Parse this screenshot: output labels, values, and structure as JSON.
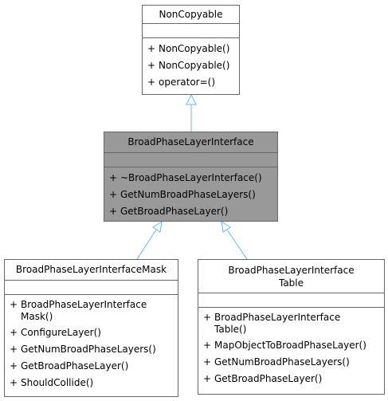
{
  "diagram": {
    "classes": {
      "noncopyable": {
        "name": "NonCopyable",
        "operations": [
          {
            "visibility": "+",
            "name": "NonCopyable()"
          },
          {
            "visibility": "+",
            "name": "NonCopyable()"
          },
          {
            "visibility": "+",
            "name": "operator=()"
          }
        ]
      },
      "interface": {
        "name": "BroadPhaseLayerInterface",
        "operations": [
          {
            "visibility": "+",
            "name": "~BroadPhaseLayerInterface()"
          },
          {
            "visibility": "+",
            "name": "GetNumBroadPhaseLayers()"
          },
          {
            "visibility": "+",
            "name": "GetBroadPhaseLayer()"
          }
        ]
      },
      "mask": {
        "name": "BroadPhaseLayerInterfaceMask",
        "operations": [
          {
            "visibility": "+",
            "name": "BroadPhaseLayerInterface\nMask()"
          },
          {
            "visibility": "+",
            "name": "ConfigureLayer()"
          },
          {
            "visibility": "+",
            "name": "GetNumBroadPhaseLayers()"
          },
          {
            "visibility": "+",
            "name": "GetBroadPhaseLayer()"
          },
          {
            "visibility": "+",
            "name": "ShouldCollide()"
          }
        ]
      },
      "table": {
        "name": "BroadPhaseLayerInterface\nTable",
        "operations": [
          {
            "visibility": "+",
            "name": "BroadPhaseLayerInterface\nTable()"
          },
          {
            "visibility": "+",
            "name": "MapObjectToBroadPhaseLayer()"
          },
          {
            "visibility": "+",
            "name": "GetNumBroadPhaseLayers()"
          },
          {
            "visibility": "+",
            "name": "GetBroadPhaseLayer()"
          }
        ]
      }
    },
    "colors": {
      "border": "#666666",
      "highlight_fill": "#999999",
      "edge": "#63B8FF"
    }
  }
}
